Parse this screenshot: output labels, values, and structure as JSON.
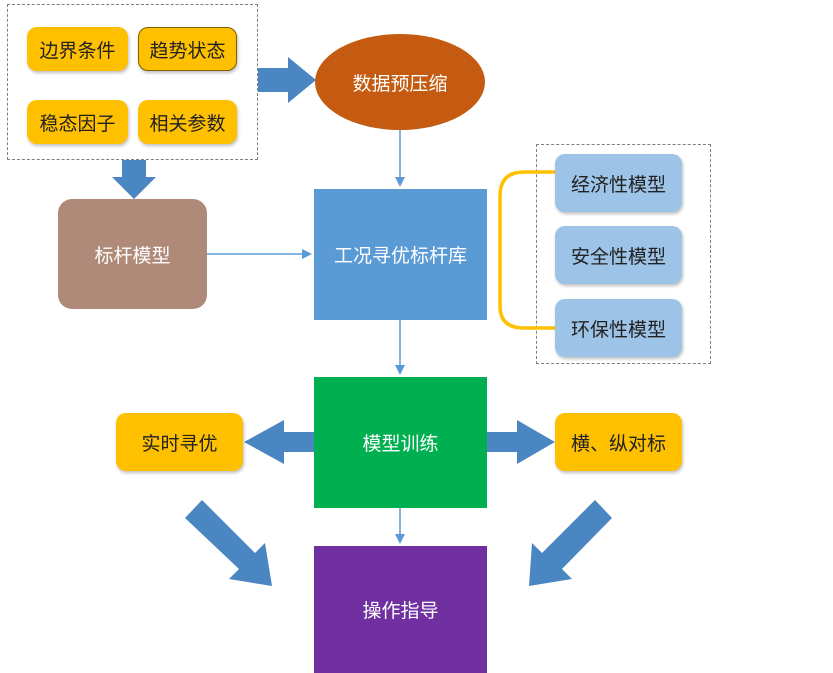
{
  "diagram": {
    "inputs": {
      "boundary": "边界条件",
      "trend": "趋势状态",
      "steady_factor": "稳态因子",
      "related_params": "相关参数"
    },
    "preprocess": "数据预压缩",
    "benchmark_model": "标杆模型",
    "benchmark_library": "工况寻优标杆库",
    "models": {
      "economic": "经济性模型",
      "safety": "安全性模型",
      "environmental": "环保性模型"
    },
    "training": "模型训练",
    "realtime": "实时寻优",
    "comparison": "横、纵对标",
    "guidance": "操作指导",
    "colors": {
      "yellow": "#ffc000",
      "orange": "#c55a11",
      "brown": "#b08a78",
      "blue": "#5b9bd5",
      "light_blue": "#9dc3e6",
      "green": "#00b050",
      "purple": "#7030a0",
      "arrow": "#4a86c1"
    }
  }
}
